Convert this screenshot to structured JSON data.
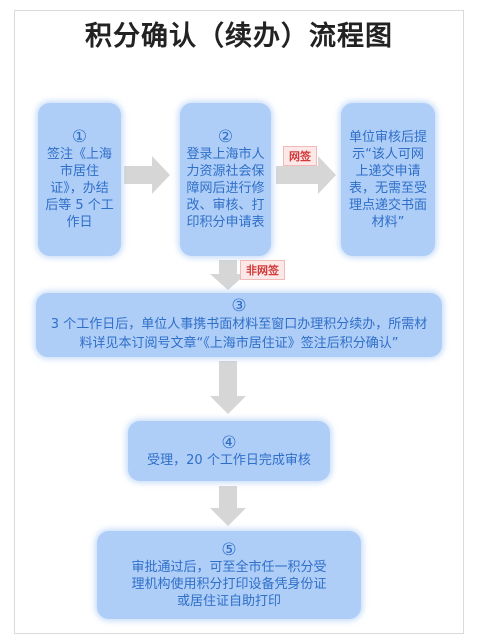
{
  "title": "积分确认（续办）流程图",
  "steps": [
    {
      "num": "①",
      "text": "签注《上海市居住证》，办结后等 5 个工作日"
    },
    {
      "num": "②",
      "text": "登录上海市人力资源社会保障网后进行修改、审核、打印积分申请表"
    },
    {
      "num": "",
      "text": "单位审核后提示“该人可网上递交申请表，无需至受理点递交书面材料”"
    },
    {
      "num": "③",
      "text": "3 个工作日后，单位人事携书面材料至窗口办理积分续办，所需材料详见本订阅号文章“《上海市居住证》签注后积分确认”"
    },
    {
      "num": "④",
      "text": "受理，20 个工作日完成审核"
    },
    {
      "num": "⑤",
      "text": "审批通过后，可至全市任一积分受理机构使用积分打印设备凭身份证或居住证自助打印"
    }
  ],
  "labels": {
    "online": "网签",
    "offline": "非网签"
  },
  "colors": {
    "box_fill": "#aecdf7",
    "box_text": "#2f6fc8",
    "arrow": "#d6d6d6",
    "label_text": "#d23a3a"
  }
}
